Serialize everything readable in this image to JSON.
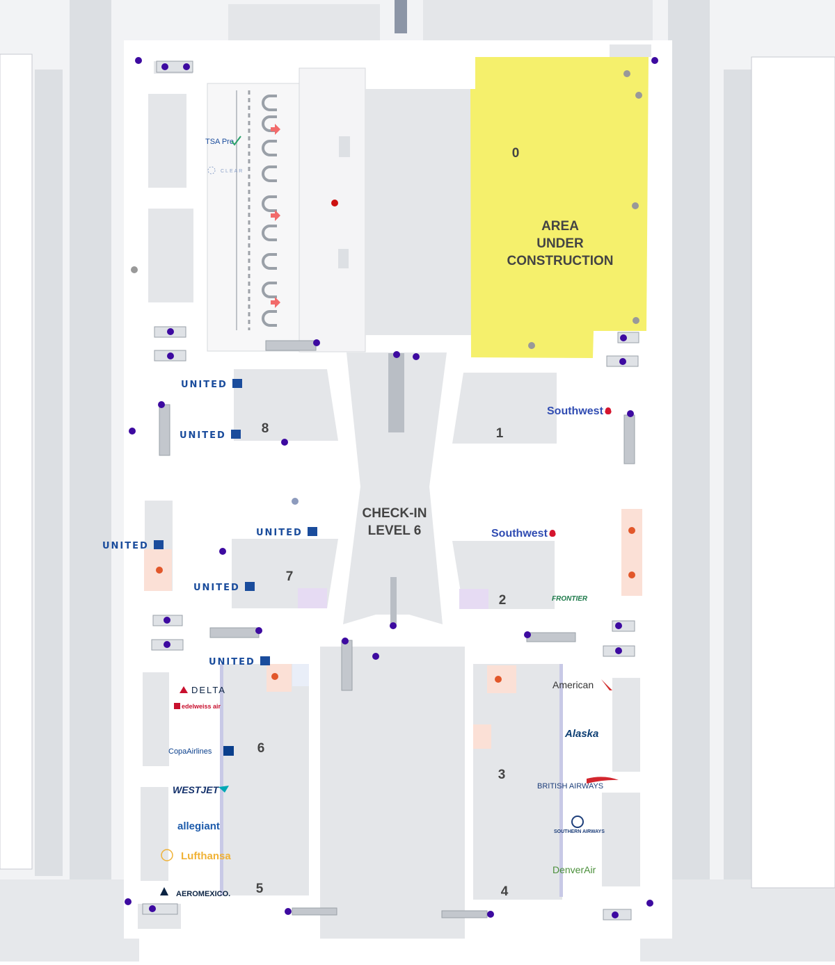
{
  "map": {
    "title": "CHECK-IN",
    "title_line2": "LEVEL 6",
    "construction": {
      "line1": "AREA",
      "line2": "UNDER",
      "line3": "CONSTRUCTION"
    },
    "zones": {
      "z0": "0",
      "z1": "1",
      "z2": "2",
      "z3": "3",
      "z4": "4",
      "z5": "5",
      "z6": "6",
      "z7": "7",
      "z8": "8"
    },
    "security": {
      "tsa": "TSA Pre",
      "clear": "CLEAR"
    },
    "airlines": {
      "united": "UNITED",
      "southwest": "Southwest",
      "frontier": "FRONTIER",
      "american": "American",
      "alaska": "Alaska",
      "british_airways": "BRITISH AIRWAYS",
      "southern_airways": "SOUTHERN AIRWAYS",
      "denver_air": "DenverAir",
      "delta": "DELTA",
      "edelweiss": "edelweiss air",
      "copa": "CopaAirlines",
      "westjet": "WESTJET",
      "allegiant": "allegiant",
      "lufthansa": "Lufthansa",
      "aeromexico": "AEROMEXICO."
    },
    "colors": {
      "construction": "#f5f06c",
      "poi": "#3d0aa0",
      "alert": "#cc1111",
      "restroom": "#e2572a",
      "united": "#1a4c9c",
      "southwest": "#304cb2",
      "frontier": "#1e7a4b"
    }
  }
}
